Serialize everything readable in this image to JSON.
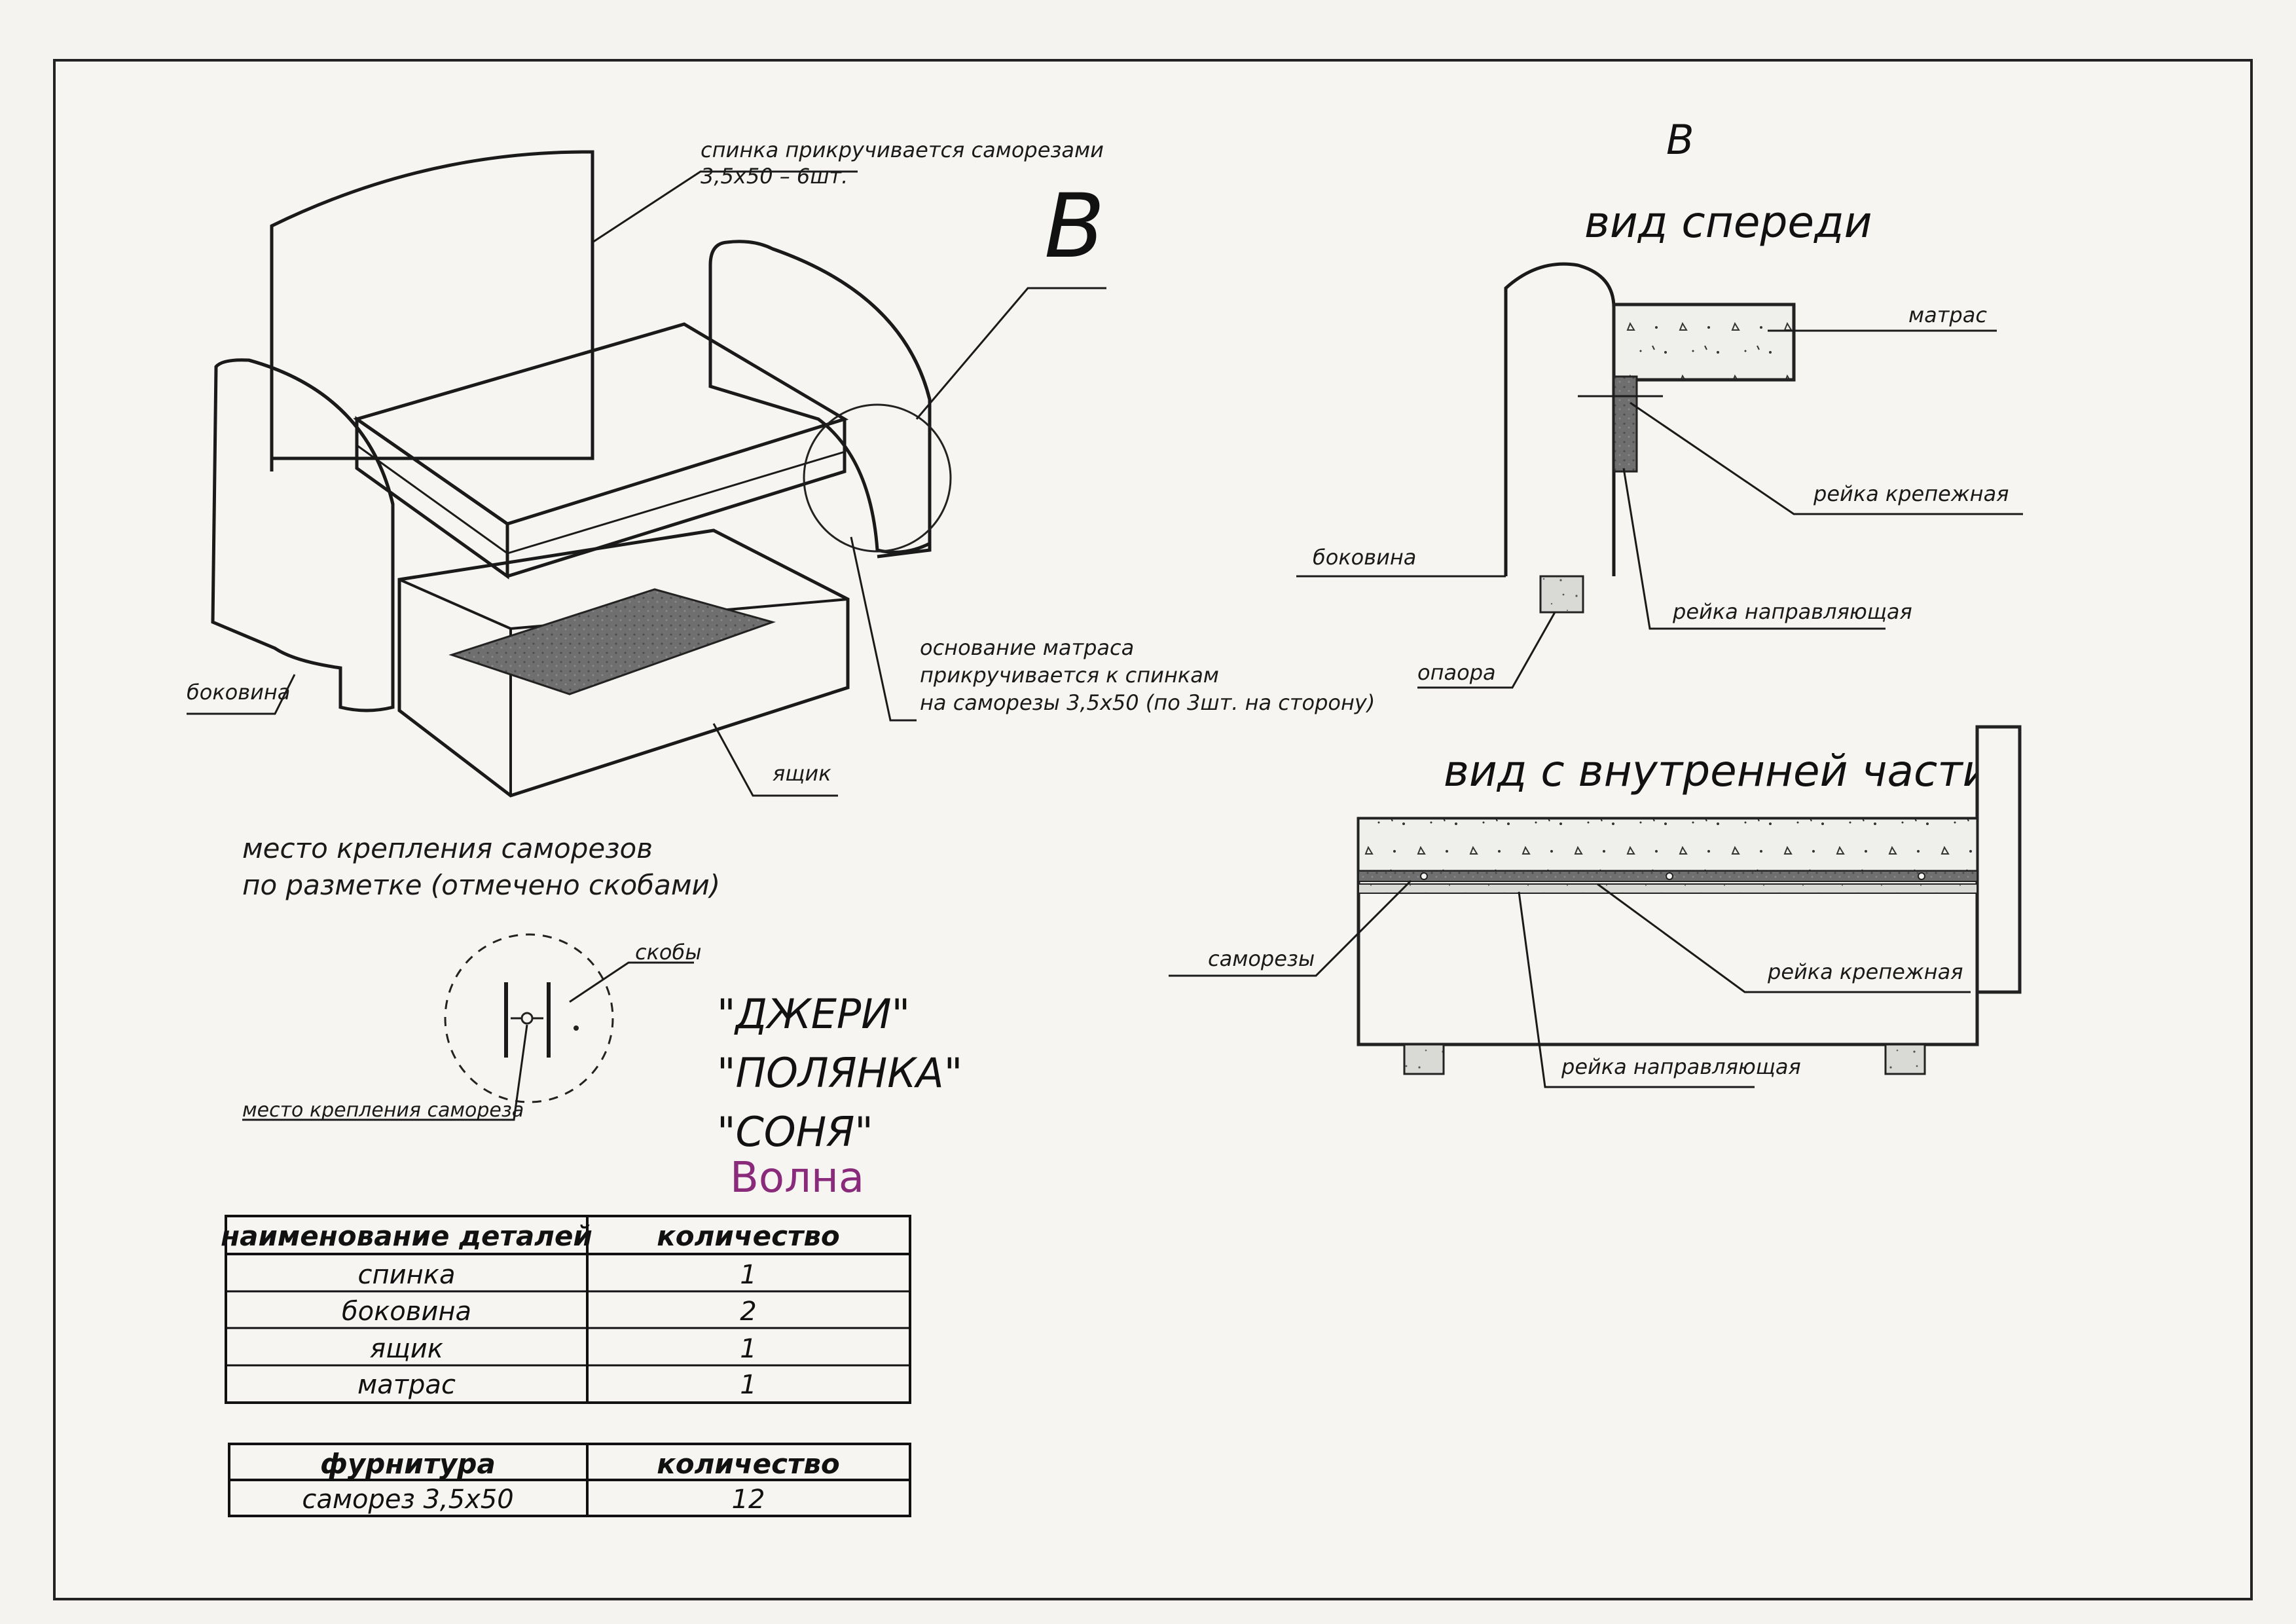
{
  "callout_letter": "B",
  "labels": {
    "backrest_note_1": "спинка прикручивается саморезами",
    "backrest_note_2": "3,5х50 – 6шт.",
    "side_left": "боковина",
    "base_note_1": "основание матраса",
    "base_note_2": "прикручивается к спинкам",
    "base_note_3": "на саморезы 3,5х50 (по 3шт. на сторону)",
    "box": "ящик",
    "fix_place_1": "место крепления саморезов",
    "fix_place_2": "по разметке (отмечено скобами)",
    "staples": "скобы",
    "screw_place": "место крепления самореза"
  },
  "view_b": {
    "letter": "B",
    "title": "вид спереди",
    "mattress": "матрас",
    "fastening_rail": "рейка крепежная",
    "side": "боковина",
    "guide_rail": "рейка направляющая",
    "support": "опаора"
  },
  "view_inner": {
    "title": "вид с внутренней части",
    "screws": "саморезы",
    "fastening_rail": "рейка крепежная",
    "guide_rail": "рейка направляющая"
  },
  "models": [
    "\"ДЖЕРИ\"",
    "\"ПОЛЯНКА\"",
    "\"СОНЯ\""
  ],
  "handwritten": "Волна",
  "parts_table": {
    "headers": [
      "наименование деталей",
      "количество"
    ],
    "rows": [
      [
        "спинка",
        "1"
      ],
      [
        "боковина",
        "2"
      ],
      [
        "ящик",
        "1"
      ],
      [
        "матрас",
        "1"
      ]
    ]
  },
  "hardware_table": {
    "headers": [
      "фурнитура",
      "количество"
    ],
    "rows": [
      [
        "саморез 3,5х50",
        "12"
      ]
    ]
  }
}
